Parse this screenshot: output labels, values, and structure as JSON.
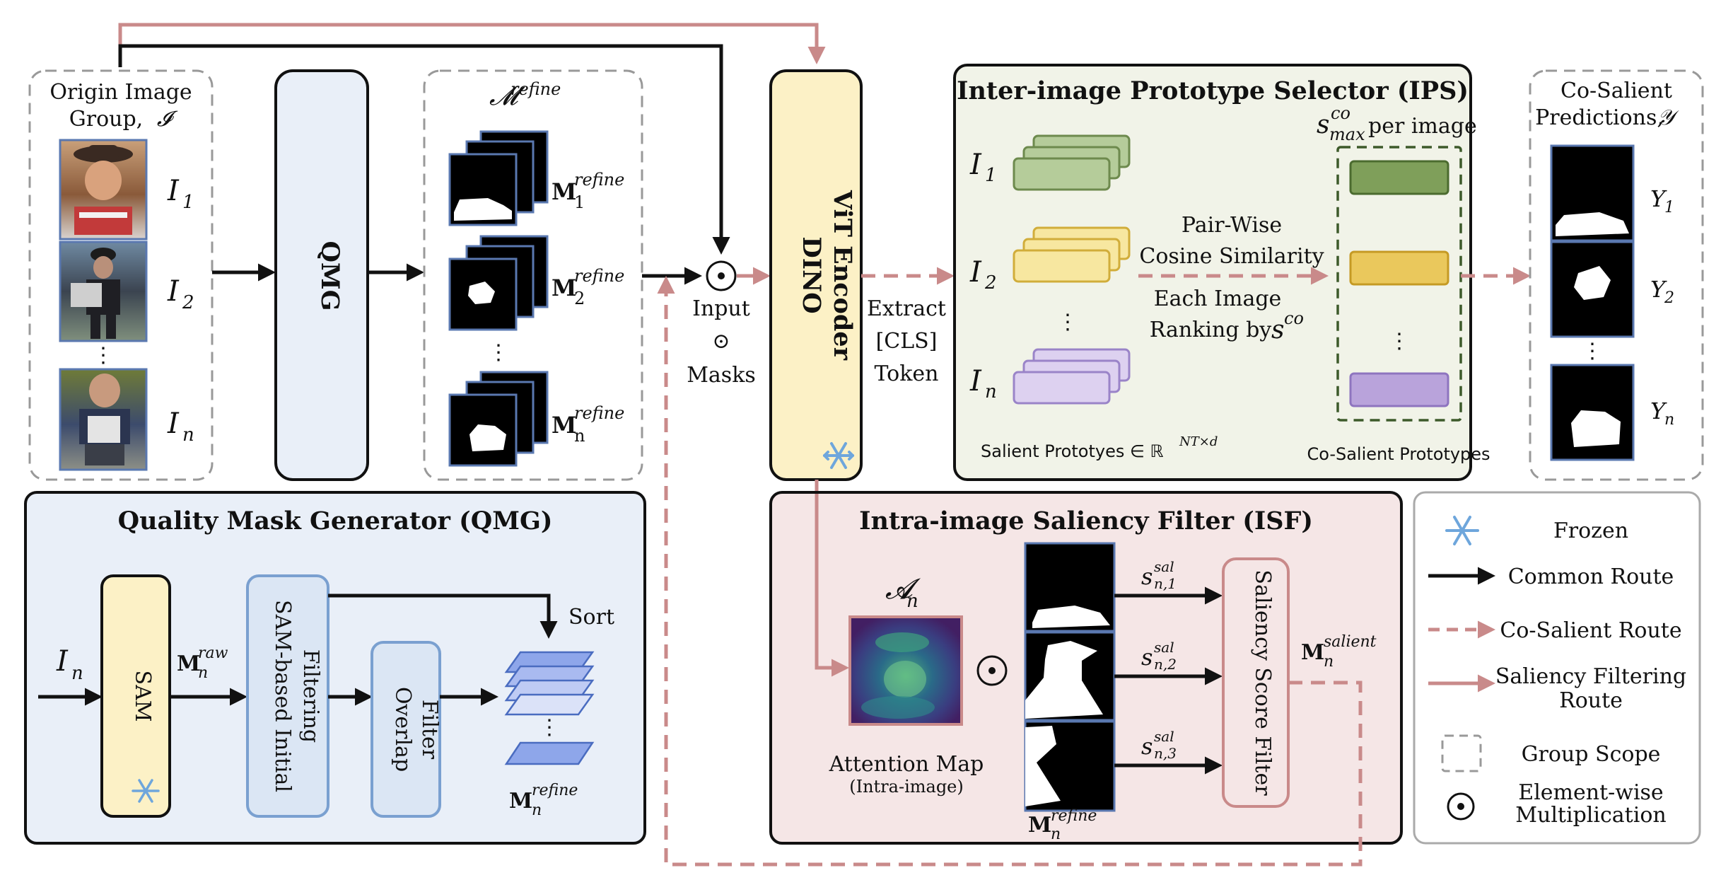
{
  "colors": {
    "pink": "#c98a8a",
    "green_fill": "#b5cc9a",
    "green_stroke": "#6d8a4d",
    "yellow_fill": "#f7e7a0",
    "yellow_stroke": "#d1ad3a",
    "purple_fill": "#ddd1f0",
    "purple_stroke": "#9a84c8",
    "qmg_bg": "#e9eff8",
    "ips_bg": "#f1f3e8",
    "isf_bg": "#f5e6e6",
    "dino_fill": "#fcf1c6",
    "sam_box": "#dbe6f4"
  },
  "origin": {
    "title_line1": "Origin Image",
    "title_line2": "Group,",
    "title_symbol": "𝓘",
    "labels": [
      "I",
      "I",
      "I"
    ],
    "subs": [
      "1",
      "2",
      "n"
    ],
    "dots": "⋮"
  },
  "qmg_box": {
    "label": "QMG"
  },
  "refine_group": {
    "title": "𝓜",
    "title_sup": "refine",
    "label_main": "M",
    "labels_sup": [
      "refine",
      "refine",
      "refine"
    ],
    "labels_sub": [
      "1",
      "2",
      "n"
    ],
    "dots": "⋮"
  },
  "input_masks": {
    "line1": "Input",
    "line2": "⊙",
    "line3": "Masks",
    "op": "⊙"
  },
  "dino": {
    "line1": "DINO",
    "line2": "ViT Encoder",
    "frozen_icon": "snowflake-icon"
  },
  "extract": {
    "line1": "Extract",
    "line2": "[CLS]",
    "line3": "Token"
  },
  "ips": {
    "title": "Inter-image Prototype Selector (IPS)",
    "labels": [
      "I",
      "I",
      "I"
    ],
    "subs": [
      "1",
      "2",
      "n"
    ],
    "dots": "⋮",
    "smax_s": "s",
    "smax_sup": "co",
    "smax_sub": "max",
    "smax_rest": "per image",
    "pairwise_line1": "Pair-Wise",
    "pairwise_line2": "Cosine Similarity",
    "ranking_line1": "Each Image",
    "ranking_line2": "Ranking by",
    "ranking_s": "s",
    "ranking_sup": "co",
    "salient_protos": "Salient Prototyes ∈ ℝ",
    "salient_protos_sup": "NT×d",
    "co_salient_protos": "Co-Salient Prototypes"
  },
  "predictions": {
    "title_line1": "Co-Salient",
    "title_line2": "Predictions,",
    "title_symbol": "𝒴",
    "labels": [
      "Y",
      "Y",
      "Y"
    ],
    "subs": [
      "1",
      "2",
      "n"
    ],
    "dots": "⋮"
  },
  "qmg_detail": {
    "title": "Quality Mask Generator (QMG)",
    "input_main": "I",
    "input_sub": "n",
    "sam": "SAM",
    "raw_main": "M",
    "raw_sup": "raw",
    "raw_sub": "n",
    "sam_filter_line1": "SAM-based Initial",
    "sam_filter_line2": "Filtering",
    "overlap_line1": "Overlap",
    "overlap_line2": "Filter",
    "sort": "Sort",
    "out_main": "M",
    "out_sup": "refine",
    "out_sub": "n",
    "dots": "⋮"
  },
  "isf": {
    "title": "Intra-image Saliency Filter (ISF)",
    "attn_symbol": "𝓐",
    "attn_sub": "n",
    "attn_line1": "Attention Map",
    "attn_line2": "(Intra-image)",
    "op": "⊙",
    "s_main": "s",
    "s_sup": "sal",
    "s_subs": [
      "n,1",
      "n,2",
      "n,3"
    ],
    "filter_label": "Saliency Score Filter",
    "salient_main": "M",
    "salient_sup": "salient",
    "salient_sub": "n",
    "refine_main": "M",
    "refine_sup": "refine",
    "refine_sub": "n"
  },
  "legend": {
    "items": [
      {
        "label": "Frozen",
        "icon": "snowflake-icon"
      },
      {
        "label": "Common Route",
        "icon": "black-arrow-icon"
      },
      {
        "label": "Co-Salient Route",
        "icon": "dashed-pink-arrow-icon"
      },
      {
        "label_line1": "Saliency Filtering",
        "label_line2": "Route",
        "icon": "pink-arrow-icon"
      },
      {
        "label": "Group Scope",
        "icon": "dashed-box-icon"
      },
      {
        "label_line1": "Element-wise",
        "label_line2": "Multiplication",
        "icon": "odot-icon"
      }
    ]
  }
}
